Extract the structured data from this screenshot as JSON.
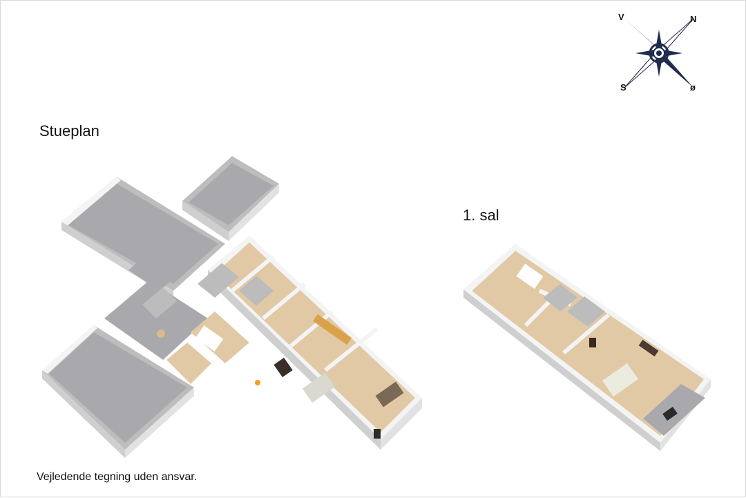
{
  "labels": {
    "ground_floor": "Stueplan",
    "first_floor": "1. sal",
    "disclaimer": "Vejledende tegning uden ansvar."
  },
  "compass": {
    "west": "V",
    "north": "N",
    "south": "S",
    "east": "ø",
    "color": "#1f2c4d"
  },
  "colors": {
    "wall": "#f4f4f4",
    "wall_shade": "#cfcfcf",
    "wall_dark": "#b8b8b8",
    "gray_floor": "#a9a9ad",
    "gray_floor_dark": "#9a9a9e",
    "wood_floor": "#e2c9a6",
    "wood_floor_dark": "#d8bb93",
    "tile_floor": "#bcbcbc"
  }
}
